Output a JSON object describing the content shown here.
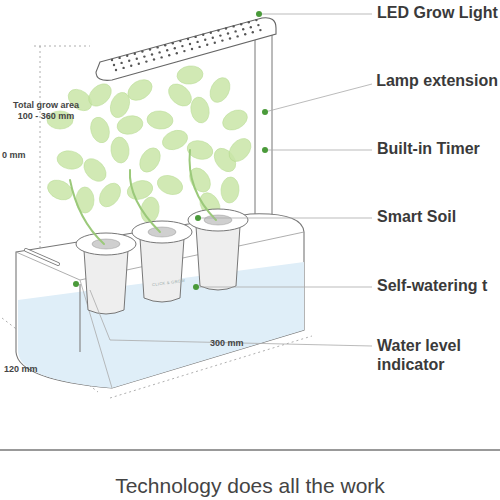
{
  "diagram": {
    "caption": "Technology does all the work",
    "labels": [
      "LED Grow Light",
      "Lamp extension",
      "Built-in Timer",
      "Smart Soil",
      "Self-watering t",
      "Water level indicator",
      "Total grow area 100 - 360 mm",
      "0 mm",
      "300 mm",
      "120 mm",
      "CLICK & GROW"
    ]
  }
}
